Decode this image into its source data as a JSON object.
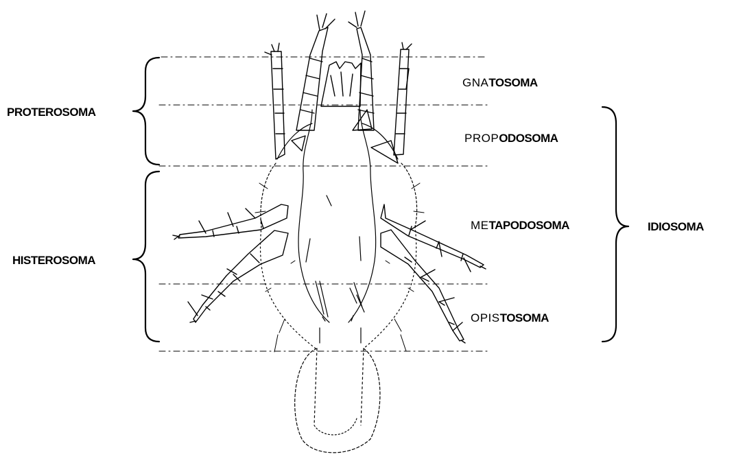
{
  "labels": {
    "gnatosoma": {
      "thin": "GNA",
      "bold": "TOSOMA"
    },
    "propodosoma": {
      "thin": "PROP",
      "bold": "ODOSOMA"
    },
    "metapodosoma": {
      "thin": "ME",
      "bold": "TAPODOSOMA"
    },
    "opistosoma": {
      "thin": "OPIS",
      "bold": "TOSOMA"
    },
    "proterosoma": "PROTEROSOMA",
    "histerosoma": "HISTEROSOMA",
    "idiosoma": "IDIOSOMA"
  },
  "colors": {
    "ink": "#000000",
    "background": "#ffffff"
  }
}
